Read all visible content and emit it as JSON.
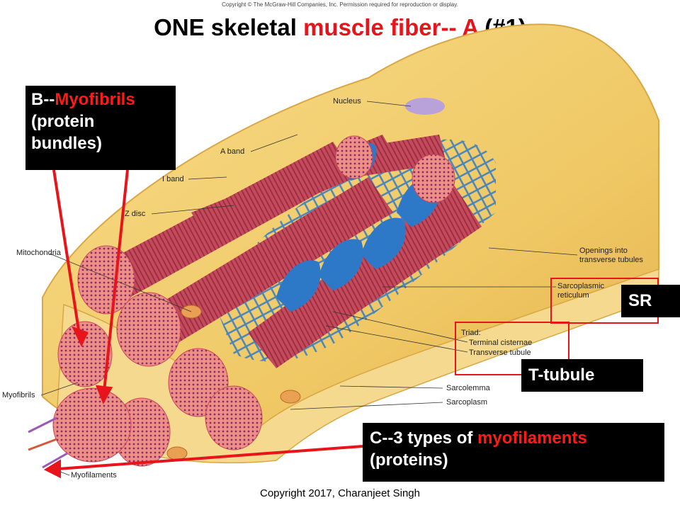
{
  "header": {
    "copyright_top": "Copyright © The McGraw-Hill Companies, Inc. Permission required for reproduction or display.",
    "title_prefix": "ONE skeletal ",
    "title_highlight": "muscle fiber-- A",
    "title_suffix": " (#1)"
  },
  "labels": {
    "nucleus": "Nucleus",
    "a_band": "A band",
    "i_band": "I band",
    "z_disc": "Z disc",
    "mitochondria": "Mitochondria",
    "openings_line1": "Openings into",
    "openings_line2": "transverse tubules",
    "sr_line1": "Sarcoplasmic",
    "sr_line2": "reticulum",
    "triad": "Triad:",
    "terminal_cisternae": "Terminal cisternae",
    "transverse_tubule": "Transverse tubule",
    "sarcolemma": "Sarcolemma",
    "sarcoplasm": "Sarcoplasm",
    "myofibrils": "Myofibrils",
    "myofilaments": "Myofilaments"
  },
  "callouts": {
    "b_prefix": "B--",
    "b_highlight": "Myofibrils",
    "b_line2": "(protein",
    "b_line3": "bundles)",
    "sr": "SR",
    "t_tubule": "T-tubule",
    "c_prefix": "C--3 types of ",
    "c_highlight": "myofilaments",
    "c_line2": "(proteins)"
  },
  "footer": {
    "copyright": "Copyright 2017, Charanjeet Singh"
  },
  "colors": {
    "accent_red": "#e8141b",
    "callout_bg": "#000000",
    "sarcolemma": "#f2cf6e",
    "myofibril": "#c9475a",
    "reticulum": "#2d79c8"
  }
}
